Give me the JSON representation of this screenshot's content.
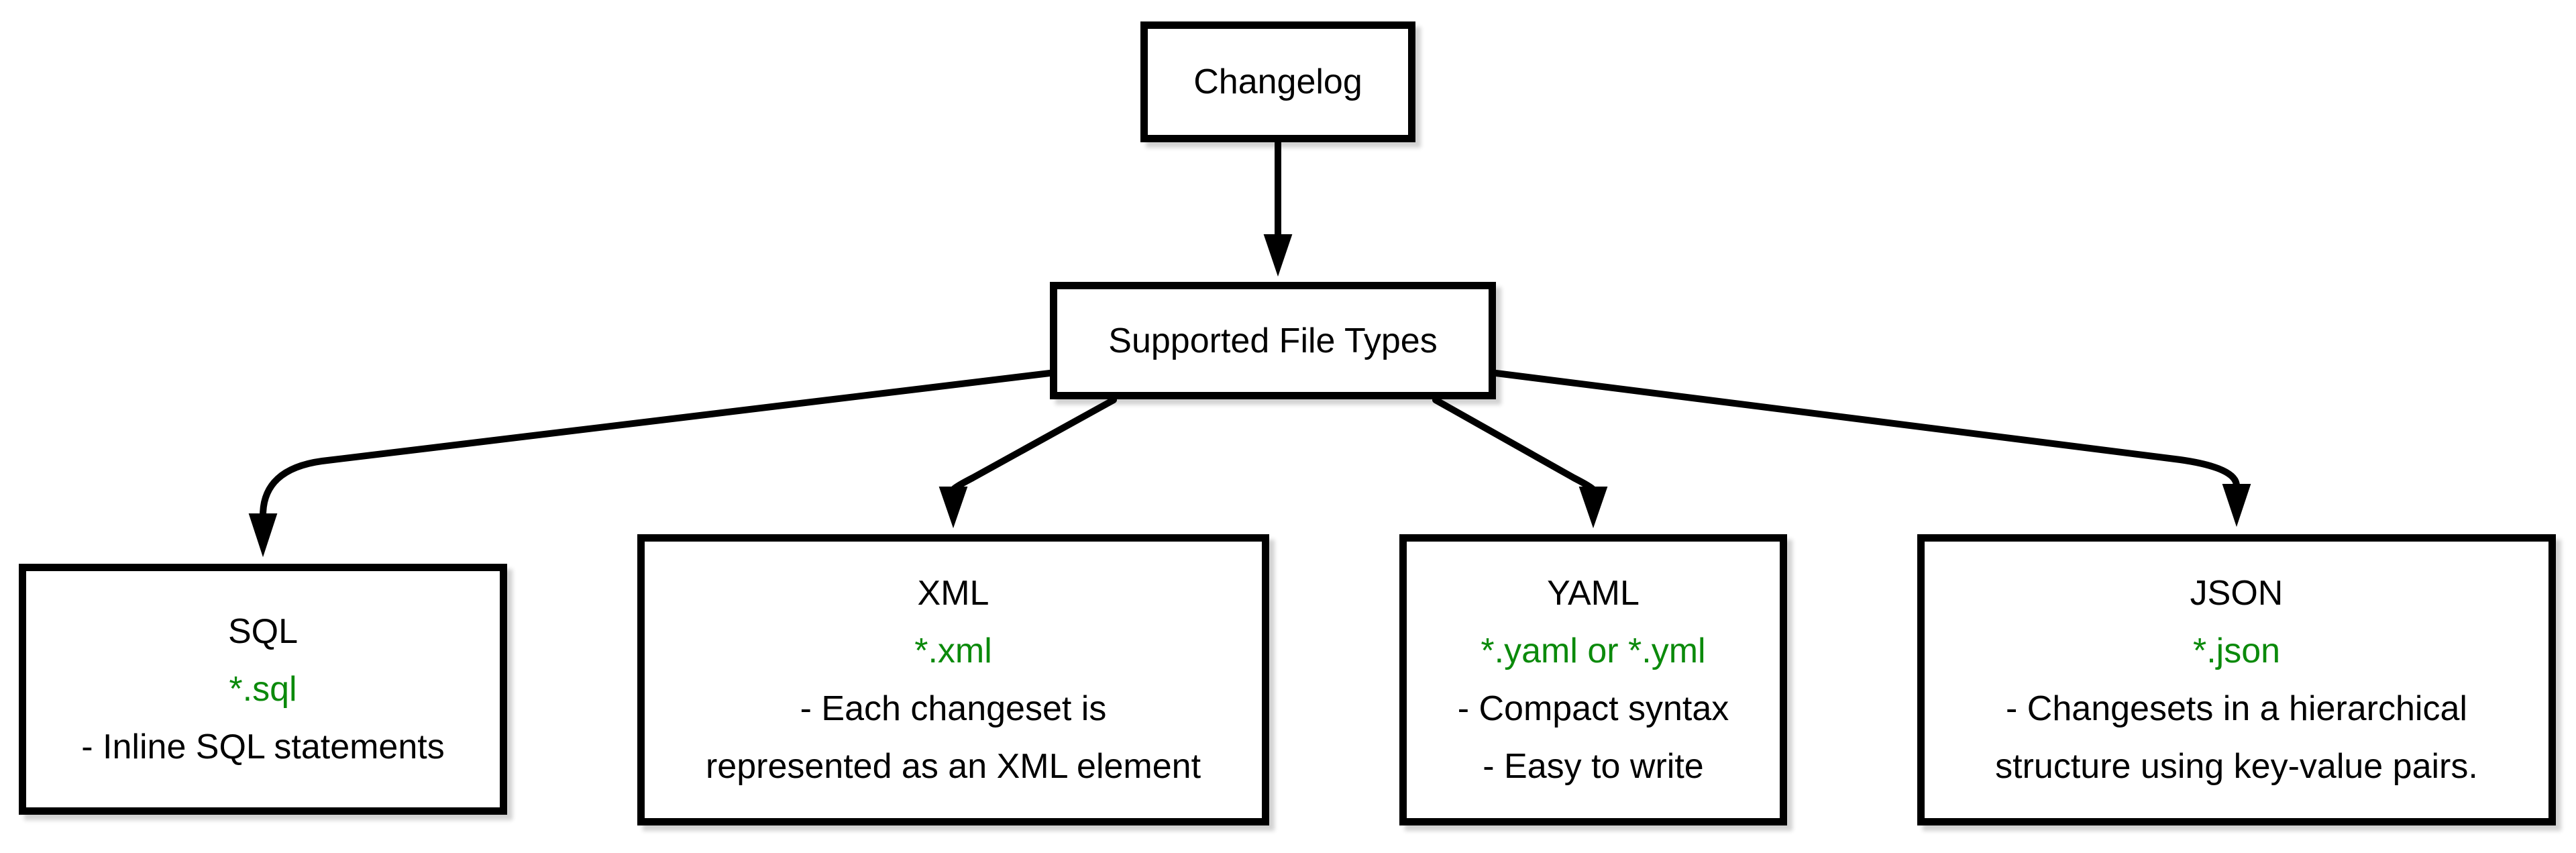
{
  "nodes": {
    "changelog": {
      "label": "Changelog"
    },
    "hub": {
      "label": "Supported File Types"
    }
  },
  "types": [
    {
      "id": "sql",
      "title": "SQL",
      "pattern": "*.sql",
      "details": [
        "- Inline SQL statements"
      ]
    },
    {
      "id": "xml",
      "title": "XML",
      "pattern": "*.xml",
      "details": [
        "- Each changeset is",
        "represented as an XML element"
      ]
    },
    {
      "id": "yaml",
      "title": "YAML",
      "pattern": "*.yaml or *.yml",
      "details": [
        "- Compact syntax",
        "- Easy to write"
      ]
    },
    {
      "id": "json",
      "title": "JSON",
      "pattern": "*.json",
      "details": [
        "- Changesets in a hierarchical",
        "structure using key-value pairs."
      ]
    }
  ],
  "edges": [
    {
      "from": "Changelog",
      "to": "Supported File Types"
    },
    {
      "from": "Supported File Types",
      "to": "SQL"
    },
    {
      "from": "Supported File Types",
      "to": "XML"
    },
    {
      "from": "Supported File Types",
      "to": "YAML"
    },
    {
      "from": "Supported File Types",
      "to": "JSON"
    }
  ],
  "colors": {
    "pattern-green": "#0b8a0b",
    "line-black": "#000000",
    "node-bg": "#ffffff"
  }
}
